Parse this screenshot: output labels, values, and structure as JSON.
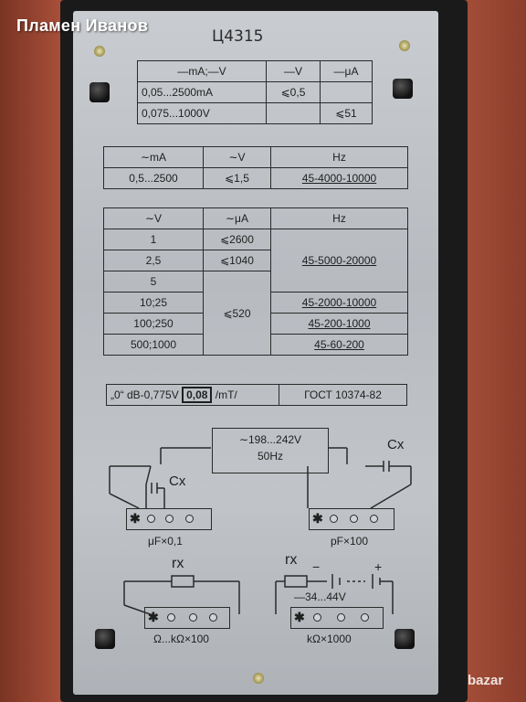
{
  "watermark": "Пламен Иванов",
  "model": "Ц4315",
  "brand": "bazar",
  "table1": {
    "headers": [
      "—mA;—V",
      "—V",
      "—μA"
    ],
    "rows": [
      [
        "0,05...2500mA",
        "⩽0,5",
        ""
      ],
      [
        "0,075...1000V",
        "",
        "⩽51"
      ]
    ]
  },
  "table2": {
    "headers": [
      "∼mA",
      "∼V",
      "Hz"
    ],
    "row": [
      "0,5...2500",
      "⩽1,5",
      "45-4000-10000"
    ]
  },
  "table3": {
    "headers": [
      "∼V",
      "∼μA",
      "Hz"
    ],
    "col1": [
      "1",
      "2,5",
      "5",
      "10;25",
      "100;250",
      "500;1000"
    ],
    "col2": [
      "⩽2600",
      "⩽1040",
      "⩽520"
    ],
    "col3": [
      "45-5000-20000",
      "45-2000-10000",
      "45-200-1000",
      "45-60-200"
    ]
  },
  "db_row": {
    "db": "„0“ dB-0,775V",
    "value": "0,08",
    "unit": "/mT/",
    "gost": "ГОСТ 10374-82"
  },
  "supply": {
    "voltage": "∼198...242V",
    "freq": "50Hz"
  },
  "circuit": {
    "cx": "Cx",
    "cx_right": "Cx",
    "uf_label": "μF×0,1",
    "pf_label": "pF×100",
    "rx_left": "rx",
    "rx_right": "rx",
    "ohm_label": "Ω...kΩ×100",
    "kohm_label": "kΩ×1000",
    "battery": "—34...44V",
    "plus": "+",
    "minus": "−"
  }
}
